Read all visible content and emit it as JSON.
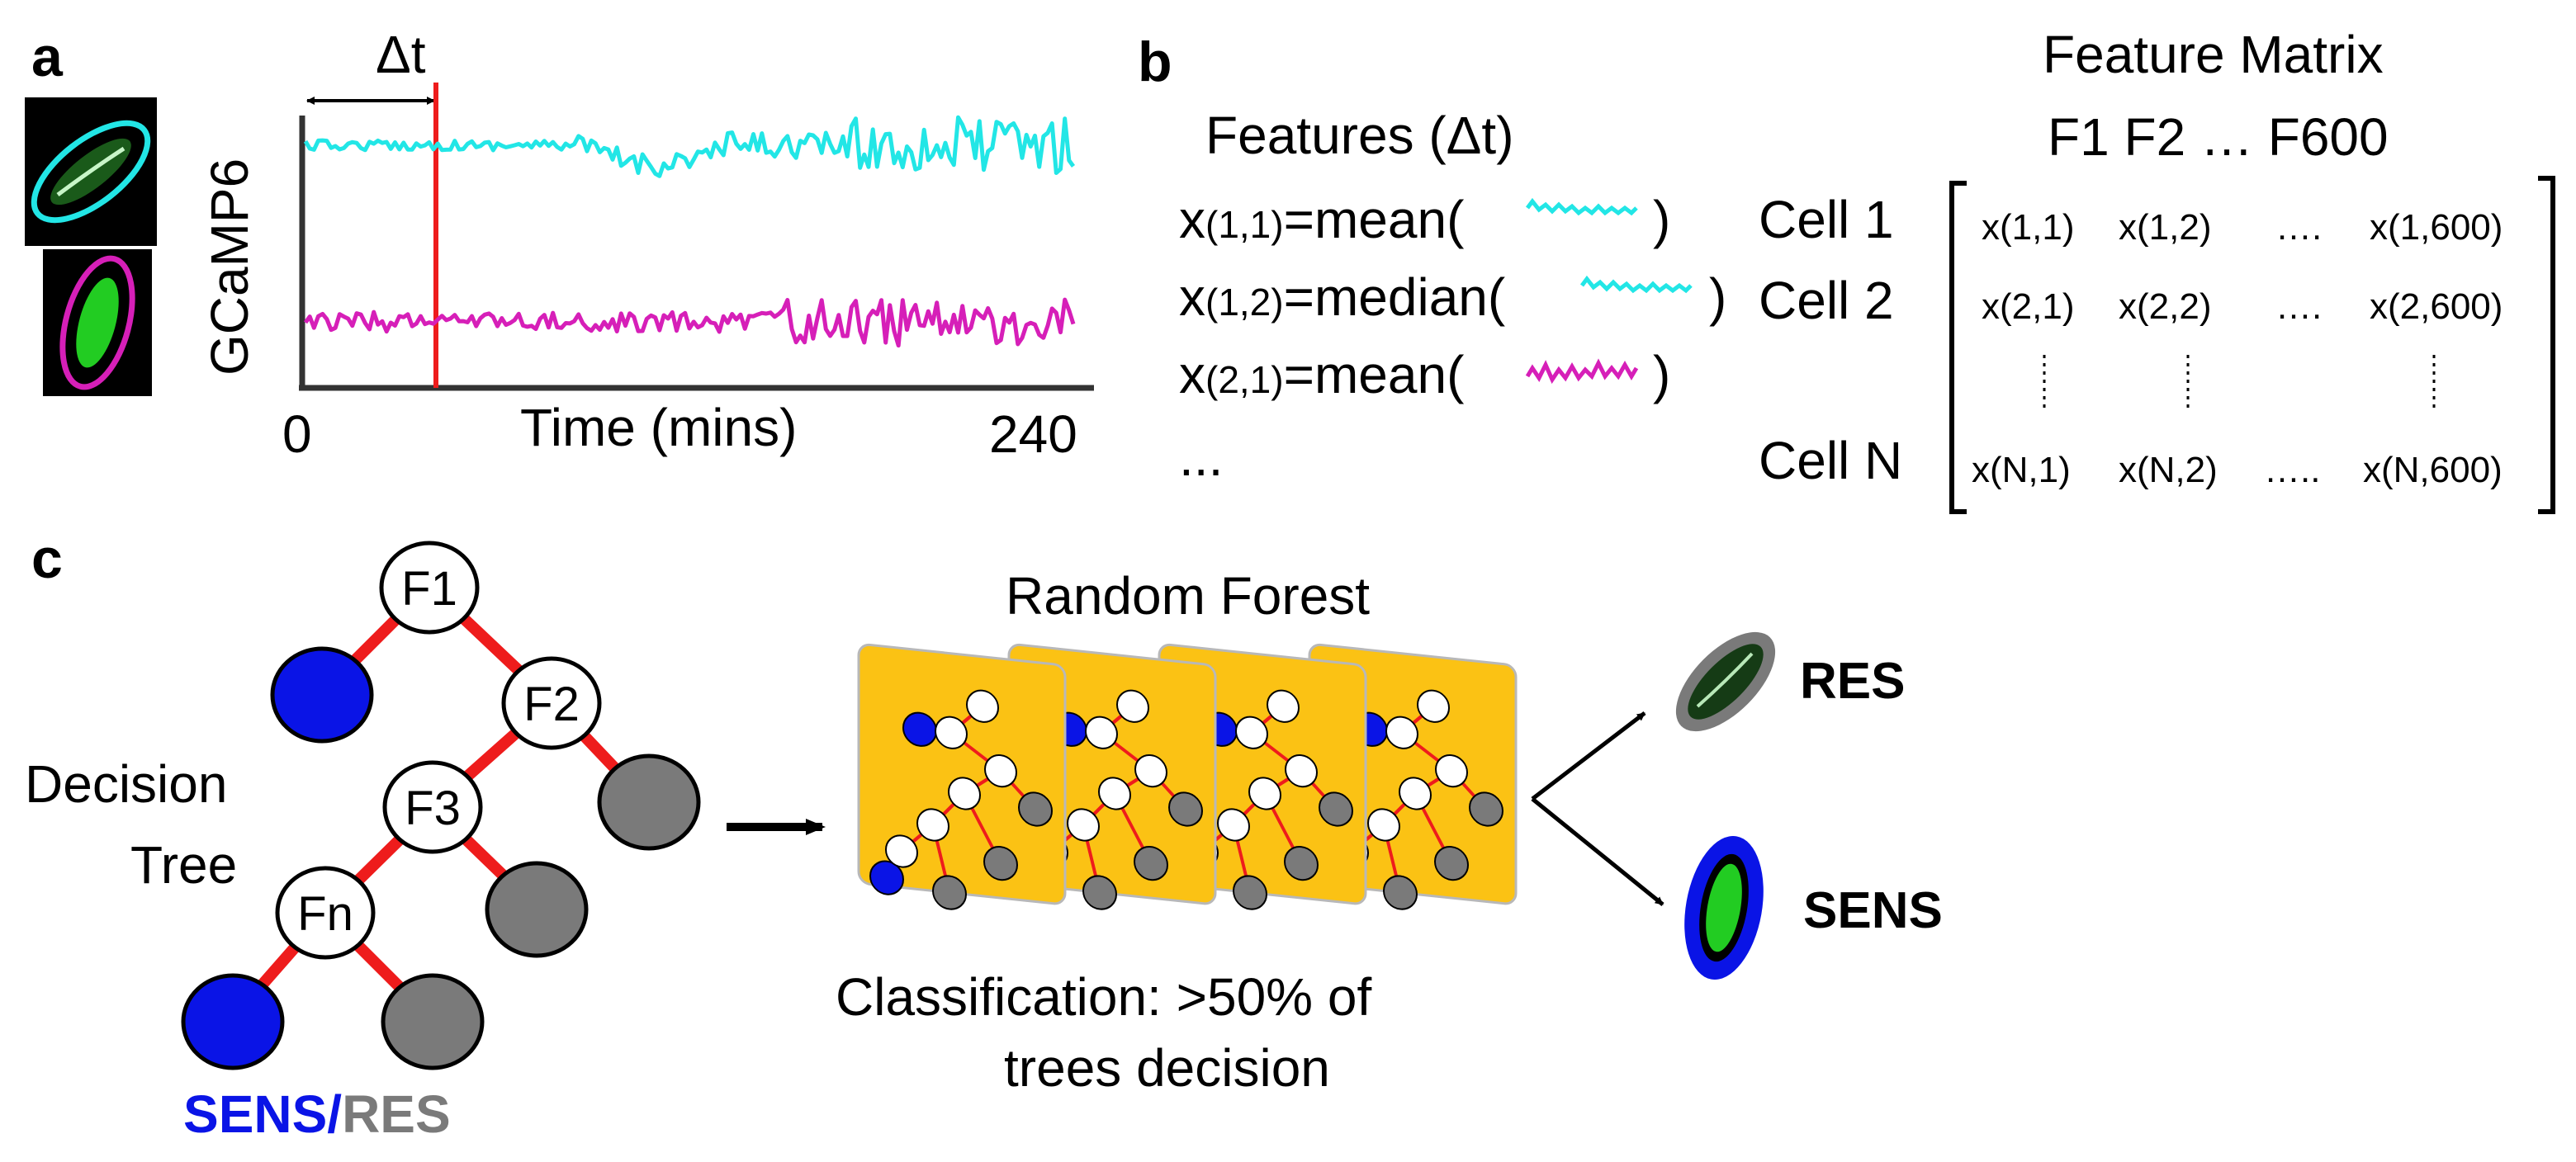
{
  "colors": {
    "cyan": "#22e6e6",
    "magenta": "#d61fb8",
    "red": "#ee1c1c",
    "blue": "#0a14e6",
    "gray": "#7a7a7a",
    "gold": "#fbc214",
    "green": "#22cc22"
  },
  "panel_a": {
    "label": "a",
    "dt_label": "Δt",
    "ylabel": "GCaMP6",
    "xlabel": "Time (mins)",
    "x_start": "0",
    "x_end": "240"
  },
  "panel_b": {
    "label": "b",
    "features_title": "Features (Δt)",
    "features": [
      {
        "name": "x",
        "idx": "(1,1)",
        "func": "=mean(",
        "close": ")",
        "trace": "cyan"
      },
      {
        "name": "x",
        "idx": "(1,2)",
        "func": "=median(",
        "close": ")",
        "trace": "cyan"
      },
      {
        "name": "x",
        "idx": "(2,1)",
        "func": "=mean(",
        "close": ")",
        "trace": "magenta"
      }
    ],
    "ellipsis": "...",
    "matrix_title": "Feature Matrix",
    "matrix_cols": "F1 F2 … F600",
    "row_labels": [
      "Cell 1",
      "Cell 2",
      "Cell N"
    ],
    "rows": [
      [
        "x(1,1)",
        "x(1,2)",
        "….",
        "x(1,600)"
      ],
      [
        "x(2,1)",
        "x(2,2)",
        "….",
        "x(2,600)"
      ],
      [
        "x(N,1)",
        "x(N,2)",
        "…..",
        "x(N,600)"
      ]
    ]
  },
  "panel_c": {
    "label": "c",
    "tree_label_line1": "Decision",
    "tree_label_line2": "Tree",
    "nodes": [
      "F1",
      "F2",
      "F3",
      "Fn"
    ],
    "sens": "SENS/",
    "res": "RES",
    "forest_title": "Random Forest",
    "classification_line1": "Classification: >50% of",
    "classification_line2": "trees decision",
    "out_res": "RES",
    "out_sens": "SENS"
  }
}
